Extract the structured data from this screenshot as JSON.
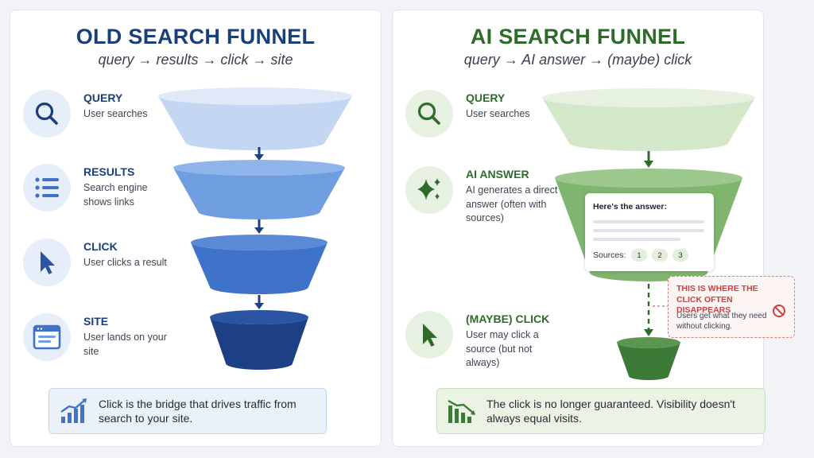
{
  "left_panel": {
    "title": "OLD SEARCH FUNNEL",
    "subtitle": "query → results → click → site",
    "title_color": "#1b3f78",
    "steps": [
      {
        "icon": "search-icon",
        "title": "QUERY",
        "desc": "User searches"
      },
      {
        "icon": "list-icon",
        "title": "RESULTS",
        "desc": "Search engine shows links"
      },
      {
        "icon": "cursor-icon",
        "title": "CLICK",
        "desc": "User clicks a result"
      },
      {
        "icon": "browser-window-icon",
        "title": "SITE",
        "desc": "User lands on your site"
      }
    ],
    "funnel_colors": [
      "#c4d7f2",
      "#6e9ee0",
      "#3f73c9",
      "#1d3f86"
    ],
    "callout": {
      "icon": "growth-chart-icon",
      "text": "Click is the bridge that drives traffic from search to your site."
    }
  },
  "right_panel": {
    "title": "AI SEARCH FUNNEL",
    "subtitle": "query → AI answer → (maybe) click",
    "title_color": "#2e6b2a",
    "steps": [
      {
        "icon": "search-icon",
        "title": "QUERY",
        "desc": "User searches"
      },
      {
        "icon": "sparkle-icon",
        "title": "AI ANSWER",
        "desc": "AI generates a direct answer (often with sources)"
      },
      {
        "icon": "cursor-icon",
        "title": "(MAYBE) CLICK",
        "desc": "User may click a source (but not always)"
      }
    ],
    "funnel_colors": [
      "#d3e7c9",
      "#7fb56e",
      "#3e7a37"
    ],
    "answer_card": {
      "title": "Here's the answer:",
      "sources_label": "Sources:",
      "sources": [
        "1",
        "2",
        "3"
      ]
    },
    "warning": {
      "title": "THIS IS WHERE THE CLICK OFTEN DISAPPEARS",
      "desc": "Users get what they need without clicking.",
      "icon": "no-sign-icon"
    },
    "callout": {
      "icon": "declining-chart-icon",
      "text": "The click is no longer guaranteed. Visibility doesn't always equal visits."
    }
  }
}
